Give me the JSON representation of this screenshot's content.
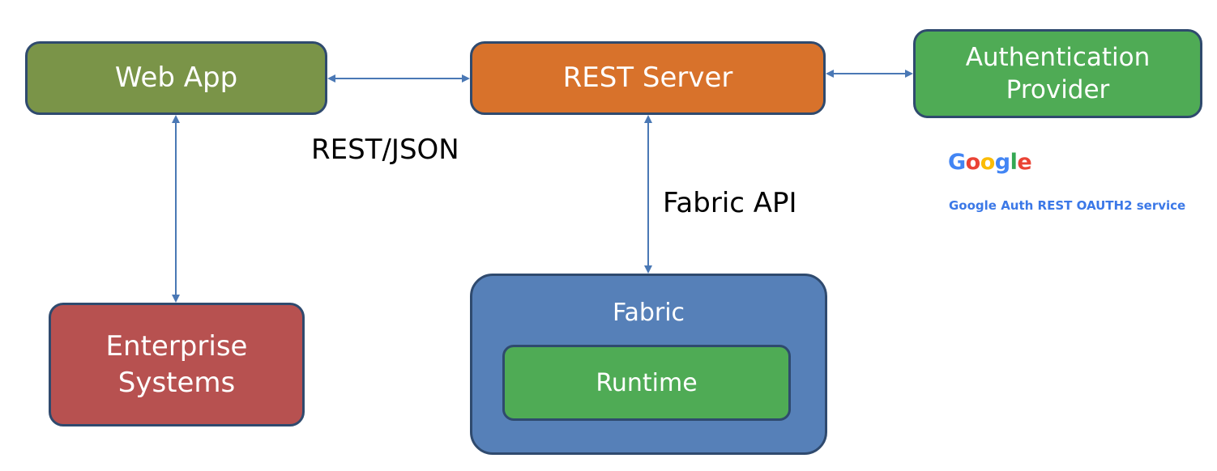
{
  "nodes": {
    "web_app": "Web App",
    "rest_server": "REST Server",
    "auth_provider": {
      "line1": "Authentication",
      "line2": "Provider"
    },
    "enterprise_systems": {
      "line1": "Enterprise",
      "line2": "Systems"
    },
    "fabric": "Fabric",
    "runtime": "Runtime"
  },
  "edge_labels": {
    "rest_json": "REST/JSON",
    "fabric_api": "Fabric API"
  },
  "google": {
    "logo_letters": [
      "G",
      "o",
      "o",
      "g",
      "l",
      "e"
    ],
    "logo_colors": [
      "#4285F4",
      "#EA4335",
      "#FBBC05",
      "#4285F4",
      "#34A853",
      "#EA4335"
    ],
    "caption": "Google Auth REST OAUTH2 service"
  },
  "colors": {
    "web_app": "#7a9448",
    "rest_server": "#d8722b",
    "auth_provider": "#4fab55",
    "enterprise_systems": "#b75150",
    "fabric": "#5680b8",
    "runtime": "#4fab55",
    "connector": "#4a78b5",
    "box_border": "#2f4a6e"
  },
  "edges": [
    {
      "from": "web_app",
      "to": "rest_server",
      "direction": "bidirectional"
    },
    {
      "from": "rest_server",
      "to": "auth_provider",
      "direction": "bidirectional"
    },
    {
      "from": "web_app",
      "to": "enterprise_systems",
      "direction": "bidirectional"
    },
    {
      "from": "rest_server",
      "to": "fabric",
      "direction": "bidirectional"
    }
  ]
}
